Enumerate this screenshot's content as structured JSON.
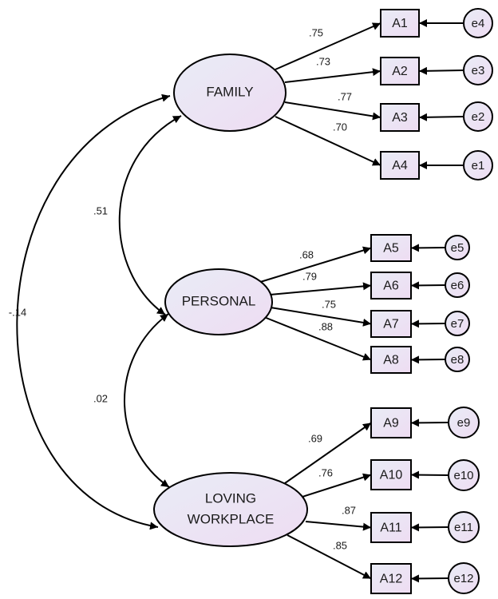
{
  "latents": [
    {
      "id": "family",
      "lines": [
        "FAMILY"
      ]
    },
    {
      "id": "personal",
      "lines": [
        "PERSONAL"
      ]
    },
    {
      "id": "loving-workplace",
      "lines": [
        "LOVING",
        "WORKPLACE"
      ]
    }
  ],
  "indicators": [
    {
      "id": "a1",
      "label": "A1",
      "error": "e4",
      "loading": ".75",
      "factor": "family"
    },
    {
      "id": "a2",
      "label": "A2",
      "error": "e3",
      "loading": ".73",
      "factor": "family"
    },
    {
      "id": "a3",
      "label": "A3",
      "error": "e2",
      "loading": ".77",
      "factor": "family"
    },
    {
      "id": "a4",
      "label": "A4",
      "error": "e1",
      "loading": ".70",
      "factor": "family"
    },
    {
      "id": "a5",
      "label": "A5",
      "error": "e5",
      "loading": ".68",
      "factor": "personal"
    },
    {
      "id": "a6",
      "label": "A6",
      "error": "e6",
      "loading": ".79",
      "factor": "personal"
    },
    {
      "id": "a7",
      "label": "A7",
      "error": "e7",
      "loading": ".75",
      "factor": "personal"
    },
    {
      "id": "a8",
      "label": "A8",
      "error": "e8",
      "loading": ".88",
      "factor": "personal"
    },
    {
      "id": "a9",
      "label": "A9",
      "error": "e9",
      "loading": ".69",
      "factor": "loving-workplace"
    },
    {
      "id": "a10",
      "label": "A10",
      "error": "e10",
      "loading": ".76",
      "factor": "loving-workplace"
    },
    {
      "id": "a11",
      "label": "A11",
      "error": "e11",
      "loading": ".87",
      "factor": "loving-workplace"
    },
    {
      "id": "a12",
      "label": "A12",
      "error": "e12",
      "loading": ".85",
      "factor": "loving-workplace"
    }
  ],
  "correlations": [
    {
      "id": "family-personal",
      "from": "family",
      "to": "personal",
      "value": ".51"
    },
    {
      "id": "personal-loving-workplace",
      "from": "personal",
      "to": "loving-workplace",
      "value": ".02"
    },
    {
      "id": "family-loving-workplace",
      "from": "family",
      "to": "loving-workplace",
      "value": "-.14"
    }
  ],
  "colors": {
    "fill_light": "#e9ecf6",
    "fill_dark": "#eedcf2",
    "stroke": "#000000"
  }
}
